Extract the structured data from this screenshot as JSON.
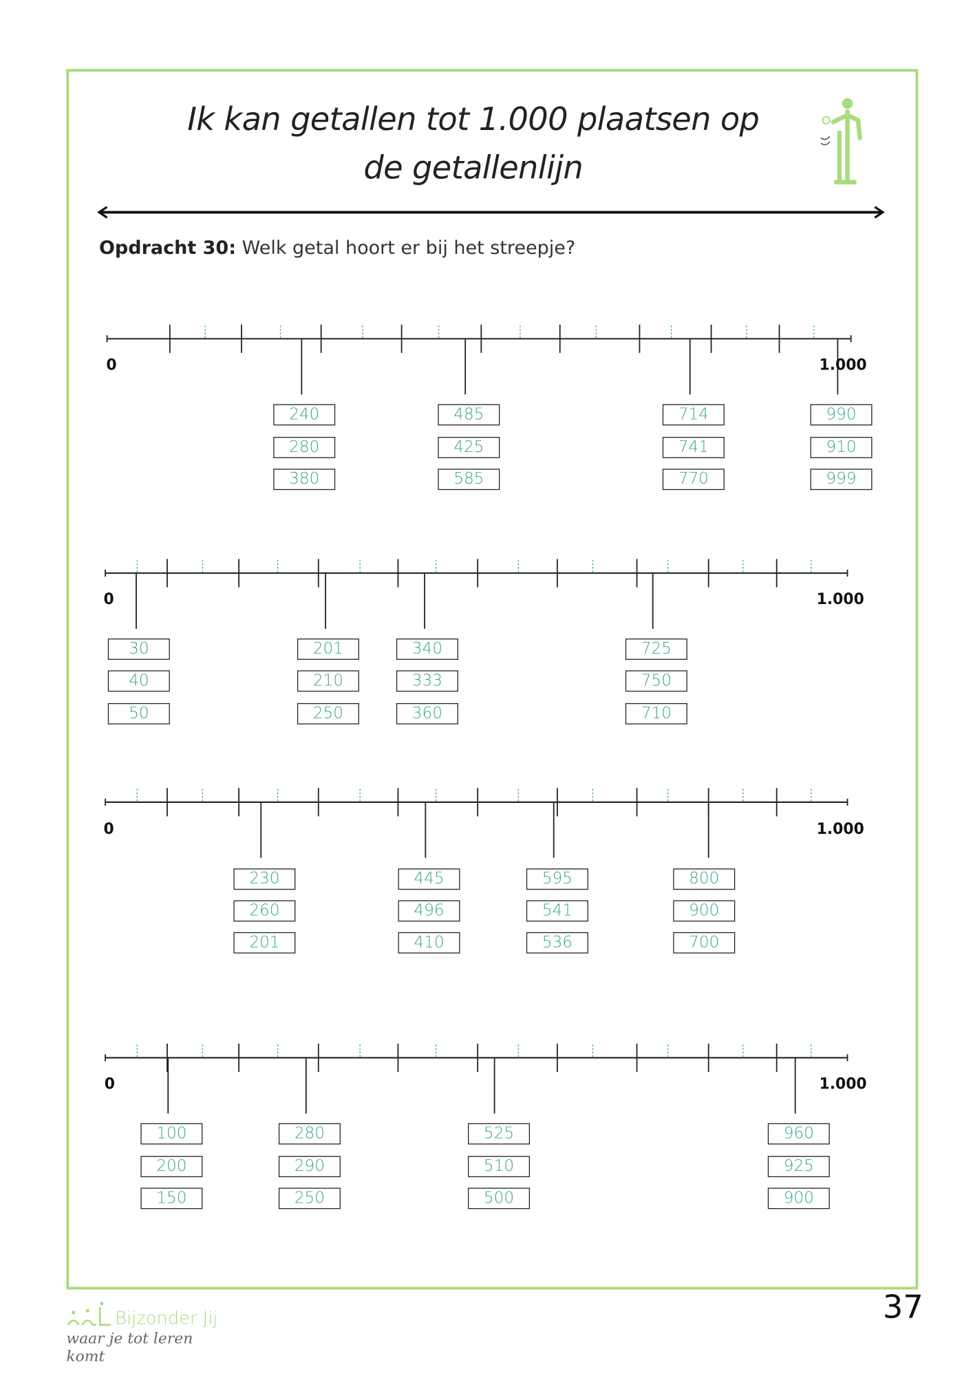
{
  "header": {
    "title": "Ik kan getallen tot 1.000 plaatsen op de getallenlijn"
  },
  "task": {
    "label": "Opdracht 30:",
    "question": "Welk getal hoort er bij het streepje?"
  },
  "number_lines": [
    {
      "start_label": "0",
      "end_label": "1.000",
      "groups": [
        [
          "240",
          "280",
          "380"
        ],
        [
          "485",
          "425",
          "585"
        ],
        [
          "714",
          "741",
          "770"
        ],
        [
          "990",
          "910",
          "999"
        ]
      ]
    },
    {
      "start_label": "0",
      "end_label": "1.000",
      "groups": [
        [
          "30",
          "40",
          "50"
        ],
        [
          "201",
          "210",
          "250"
        ],
        [
          "340",
          "333",
          "360"
        ],
        [
          "725",
          "750",
          "710"
        ]
      ]
    },
    {
      "start_label": "0",
      "end_label": "1.000",
      "groups": [
        [
          "230",
          "260",
          "201"
        ],
        [
          "445",
          "496",
          "410"
        ],
        [
          "595",
          "541",
          "536"
        ],
        [
          "800",
          "900",
          "700"
        ]
      ]
    },
    {
      "start_label": "0",
      "end_label": "1.000",
      "groups": [
        [
          "100",
          "200",
          "150"
        ],
        [
          "280",
          "290",
          "250"
        ],
        [
          "525",
          "510",
          "500"
        ],
        [
          "960",
          "925",
          "900"
        ]
      ]
    }
  ],
  "footer": {
    "logo_name": "Bijzonder Jij",
    "logo_tagline": "waar je tot leren komt",
    "page_number": "37"
  },
  "colors": {
    "accent": "#a8dc7c",
    "answer_text": "#3aaa7a",
    "minor_tick": "#3aaa7a"
  }
}
